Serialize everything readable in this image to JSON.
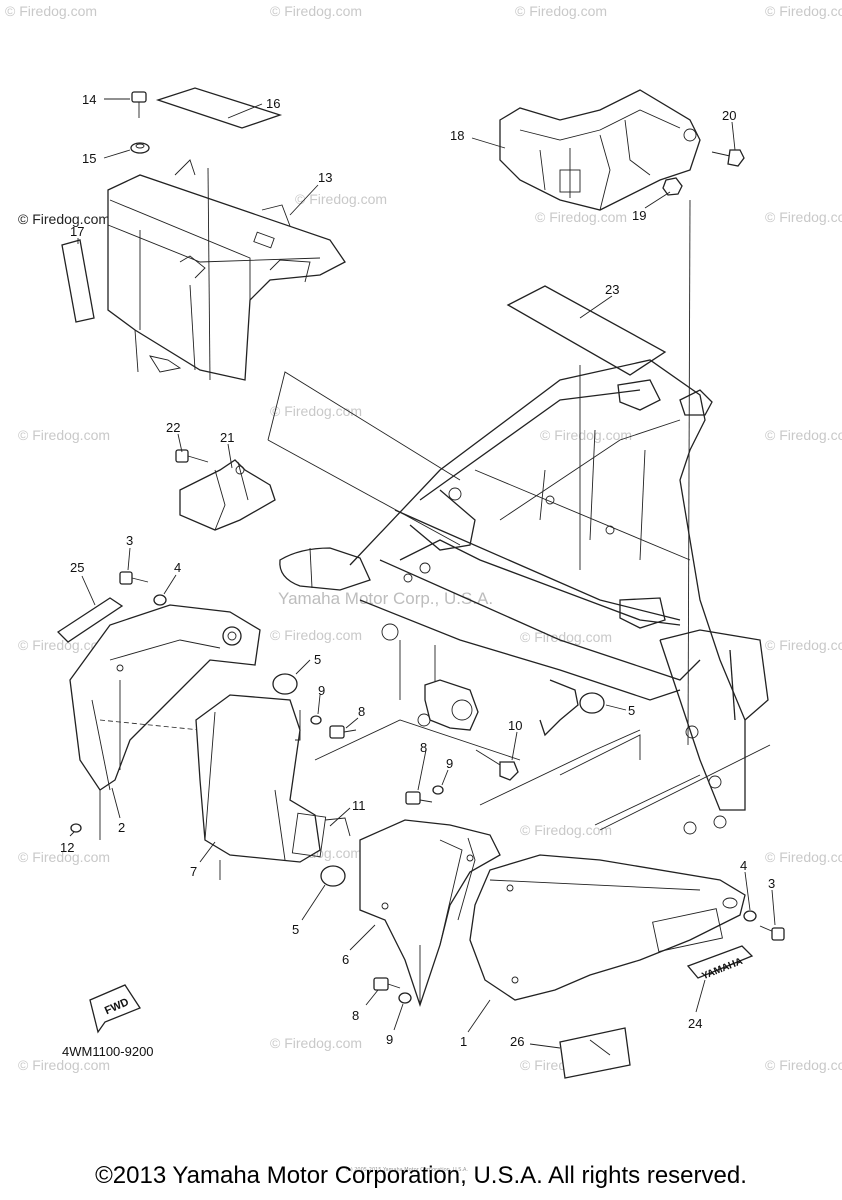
{
  "watermark_text": "© Firedog.com",
  "center_watermark": "Yamaha Motor Corp., U.S.A.",
  "callouts": [
    {
      "id": "c14",
      "label": "14"
    },
    {
      "id": "c16",
      "label": "16"
    },
    {
      "id": "c15",
      "label": "15"
    },
    {
      "id": "c13",
      "label": "13"
    },
    {
      "id": "c17",
      "label": "17"
    },
    {
      "id": "c18",
      "label": "18"
    },
    {
      "id": "c20",
      "label": "20"
    },
    {
      "id": "c19",
      "label": "19"
    },
    {
      "id": "c23",
      "label": "23"
    },
    {
      "id": "c22",
      "label": "22"
    },
    {
      "id": "c21",
      "label": "21"
    },
    {
      "id": "c3a",
      "label": "3"
    },
    {
      "id": "c25",
      "label": "25"
    },
    {
      "id": "c4a",
      "label": "4"
    },
    {
      "id": "c5a",
      "label": "5"
    },
    {
      "id": "c9a",
      "label": "9"
    },
    {
      "id": "c8a",
      "label": "8"
    },
    {
      "id": "c10",
      "label": "10"
    },
    {
      "id": "c5b",
      "label": "5"
    },
    {
      "id": "c8b",
      "label": "8"
    },
    {
      "id": "c9b",
      "label": "9"
    },
    {
      "id": "c12",
      "label": "12"
    },
    {
      "id": "c2",
      "label": "2"
    },
    {
      "id": "c11",
      "label": "11"
    },
    {
      "id": "c7",
      "label": "7"
    },
    {
      "id": "c5c",
      "label": "5"
    },
    {
      "id": "c6",
      "label": "6"
    },
    {
      "id": "c4b",
      "label": "4"
    },
    {
      "id": "c3b",
      "label": "3"
    },
    {
      "id": "c8c",
      "label": "8"
    },
    {
      "id": "c9c",
      "label": "9"
    },
    {
      "id": "c1",
      "label": "1"
    },
    {
      "id": "c24",
      "label": "24"
    },
    {
      "id": "c26",
      "label": "26"
    }
  ],
  "fwd_label": "FWD",
  "emblem_text": "YAMAHA",
  "diagram_code": "4WM1100-9200",
  "fine_print": "(c) 2005-2015 Yamaha Motor Corporation, U.S.A.",
  "copyright": "©2013 Yamaha Motor Corporation, U.S.A. All rights reserved."
}
